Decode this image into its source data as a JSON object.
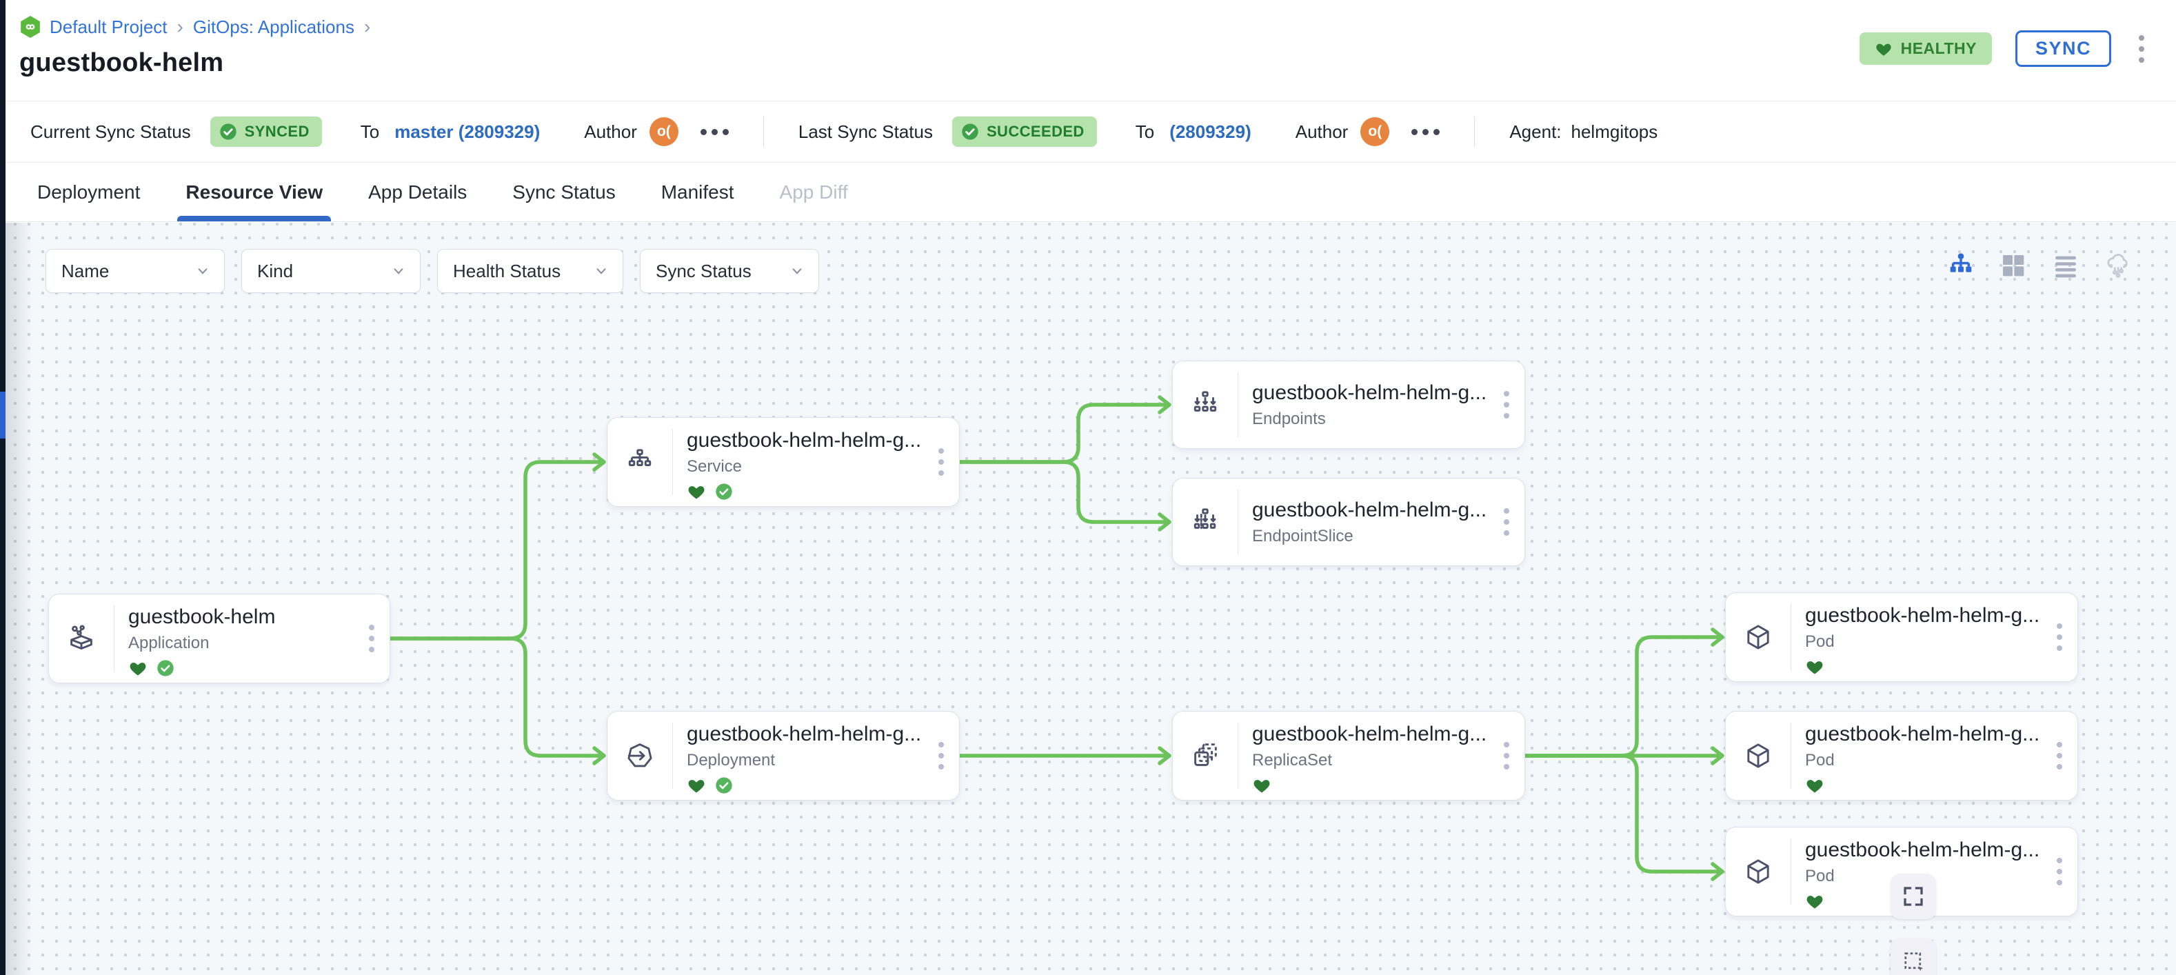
{
  "app_header": {
    "breadcrumb": {
      "project": "Default Project",
      "section": "GitOps: Applications",
      "separator": "›"
    },
    "title": "guestbook-helm",
    "health_badge": "HEALTHY",
    "sync_button": "SYNC"
  },
  "status_bar": {
    "current_sync": {
      "label": "Current Sync Status",
      "status": "SYNCED",
      "to_label": "To",
      "revision": "master (2809329)",
      "author_label": "Author",
      "author_initials": "o("
    },
    "last_sync": {
      "label": "Last Sync Status",
      "status": "SUCCEEDED",
      "to_label": "To",
      "revision": "(2809329)",
      "author_label": "Author",
      "author_initials": "o("
    },
    "agent_label": "Agent:",
    "agent_value": "helmgitops"
  },
  "tabs": [
    {
      "label": "Deployment"
    },
    {
      "label": "Resource View",
      "active": true
    },
    {
      "label": "App Details"
    },
    {
      "label": "Sync Status"
    },
    {
      "label": "Manifest"
    },
    {
      "label": "App Diff",
      "disabled": true
    }
  ],
  "filters": [
    {
      "label": "Name"
    },
    {
      "label": "Kind"
    },
    {
      "label": "Health Status"
    },
    {
      "label": "Sync Status"
    }
  ],
  "view_toggles": [
    {
      "name": "tree-view",
      "active": true
    },
    {
      "name": "grid-view",
      "active": false
    },
    {
      "name": "list-view",
      "active": false
    },
    {
      "name": "topology-view",
      "active": false
    }
  ],
  "graph": {
    "nodes": [
      {
        "name": "guestbook-helm",
        "kind": "Application",
        "healthy": true,
        "synced": true
      },
      {
        "name": "guestbook-helm-helm-g...",
        "kind": "Service",
        "healthy": true,
        "synced": true
      },
      {
        "name": "guestbook-helm-helm-g...",
        "kind": "Endpoints",
        "healthy": false,
        "synced": false
      },
      {
        "name": "guestbook-helm-helm-g...",
        "kind": "EndpointSlice",
        "healthy": false,
        "synced": false
      },
      {
        "name": "guestbook-helm-helm-g...",
        "kind": "Deployment",
        "healthy": true,
        "synced": true
      },
      {
        "name": "guestbook-helm-helm-g...",
        "kind": "ReplicaSet",
        "healthy": true,
        "synced": false
      },
      {
        "name": "guestbook-helm-helm-g...",
        "kind": "Pod",
        "healthy": true,
        "synced": false
      },
      {
        "name": "guestbook-helm-helm-g...",
        "kind": "Pod",
        "healthy": true,
        "synced": false
      },
      {
        "name": "guestbook-helm-helm-g...",
        "kind": "Pod",
        "healthy": true,
        "synced": false
      }
    ]
  },
  "colors": {
    "edge_green": "#6cc35b",
    "accent_blue": "#3273d9",
    "healthy_green": "#2c7a33",
    "badge_bg": "#b6e3ac",
    "avatar_orange": "#e78540"
  }
}
